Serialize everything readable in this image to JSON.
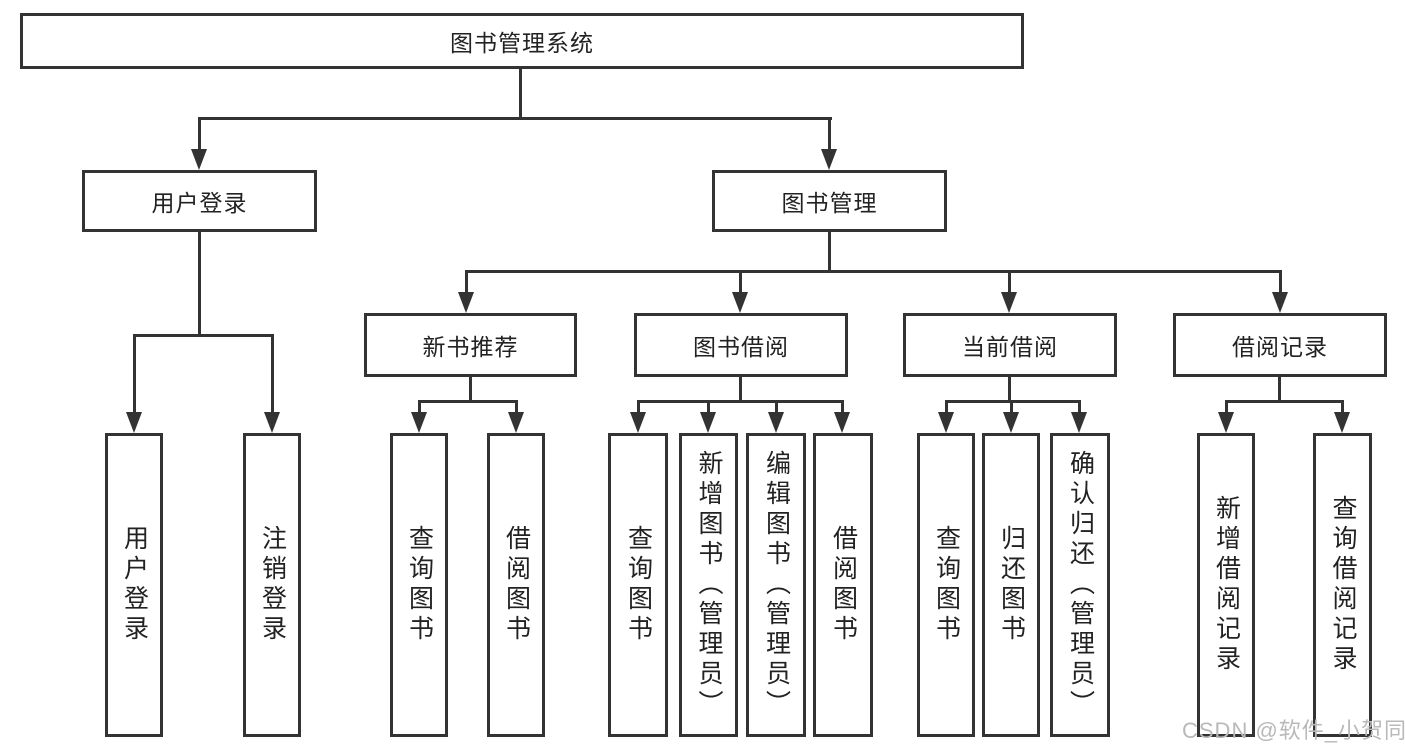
{
  "tree": {
    "label": "图书管理系统",
    "children": [
      {
        "label": "用户登录",
        "children": [
          {
            "label": "用户登录"
          },
          {
            "label": "注销登录"
          }
        ]
      },
      {
        "label": "图书管理",
        "children": [
          {
            "label": "新书推荐",
            "children": [
              {
                "label": "查询图书"
              },
              {
                "label": "借阅图书"
              }
            ]
          },
          {
            "label": "图书借阅",
            "children": [
              {
                "label": "查询图书"
              },
              {
                "label": "新增图书（管理员）"
              },
              {
                "label": "编辑图书（管理员）"
              },
              {
                "label": "借阅图书"
              }
            ]
          },
          {
            "label": "当前借阅",
            "children": [
              {
                "label": "查询图书"
              },
              {
                "label": "归还图书"
              },
              {
                "label": "确认归还（管理员）"
              }
            ]
          },
          {
            "label": "借阅记录",
            "children": [
              {
                "label": "新增借阅记录"
              },
              {
                "label": "查询借阅记录"
              }
            ]
          }
        ]
      }
    ]
  },
  "watermark": {
    "text": "CSDN @软件_小贺同学"
  },
  "colors": {
    "line": "#333333",
    "text": "#222222",
    "watermark": "#b9b9b9",
    "background": "#ffffff"
  }
}
